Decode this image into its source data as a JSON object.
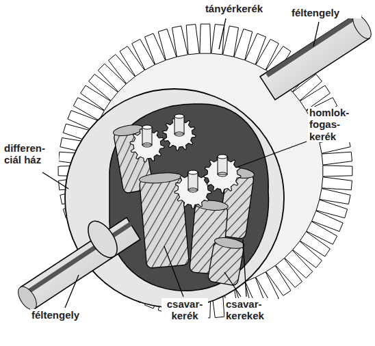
{
  "diagram": {
    "labels": [
      "tányérkerék",
      "féltengely",
      "homlok- fogas- kerék",
      "differen- ciál ház",
      "féltengely",
      "csavar- kerék",
      "csavar- kerekek"
    ]
  }
}
